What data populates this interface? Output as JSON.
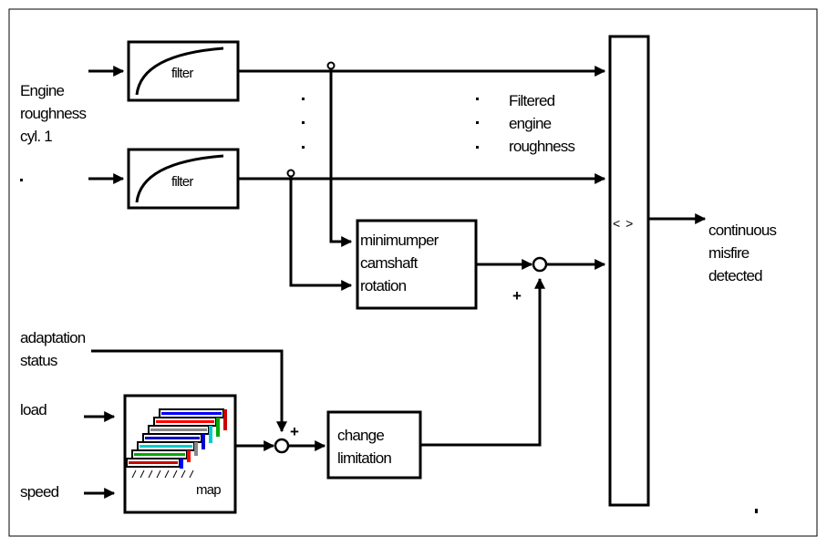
{
  "diagram": {
    "inputs": {
      "engine_roughness": [
        "Engine",
        "roughness",
        "cyl. 1"
      ],
      "dot_placeholder": ".",
      "adaptation_status": [
        "adaptation",
        "status"
      ],
      "load": "load",
      "speed": "speed"
    },
    "blocks": {
      "filter_1": "filter",
      "filter_2": "filter",
      "minimum": [
        "minimumper",
        "camshaft",
        "rotation"
      ],
      "change_limitation": [
        "change",
        "limitation"
      ],
      "map": "map",
      "comparator": "< >"
    },
    "annotations": {
      "filtered_roughness": [
        "Filtered",
        "engine",
        "roughness"
      ],
      "plus_upper": "+",
      "plus_lower": "+"
    },
    "outputs": {
      "result": [
        "continuous",
        "misfire",
        "detected"
      ]
    },
    "map_colors": [
      "#cc0000",
      "#00aa00",
      "#00cccc",
      "#0000cc",
      "#888888",
      "#ff0000",
      "#0000ff",
      "#ff00ff"
    ]
  }
}
